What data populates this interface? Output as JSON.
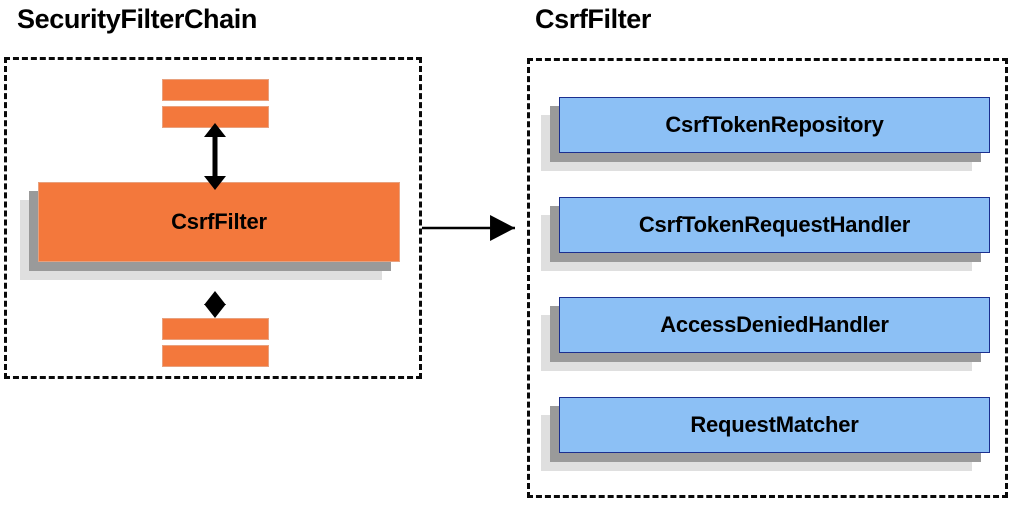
{
  "diagram": {
    "type": "component-diagram",
    "title_left": "SecurityFilterChain",
    "title_right": "CsrfFilter",
    "colors": {
      "orange_fill": "#f3783c",
      "orange_border": "#e8a17e",
      "blue_fill": "#8cc0f5",
      "blue_border": "#1b2f8f",
      "shadow_dark": "#9a9a9a",
      "shadow_light": "#dfdfdf",
      "panel_border": "#0a0a0a",
      "text": "#000000"
    }
  },
  "left_panel": {
    "title": "SecurityFilterChain",
    "highlight_box": {
      "label": "CsrfFilter"
    },
    "filters_above": [
      {
        "label": ""
      },
      {
        "label": ""
      }
    ],
    "filters_below": [
      {
        "label": ""
      },
      {
        "label": ""
      }
    ],
    "connectors": [
      {
        "name": "double-arrow-above",
        "direction": "bidirectional"
      },
      {
        "name": "double-arrow-below",
        "direction": "bidirectional"
      }
    ]
  },
  "right_panel": {
    "title": "CsrfFilter",
    "collaborators": [
      {
        "label": "CsrfTokenRepository"
      },
      {
        "label": "CsrfTokenRequestHandler"
      },
      {
        "label": "AccessDeniedHandler"
      },
      {
        "label": "RequestMatcher"
      }
    ]
  },
  "link": {
    "name": "expands-to-arrow",
    "direction": "left-to-right",
    "label": ""
  }
}
